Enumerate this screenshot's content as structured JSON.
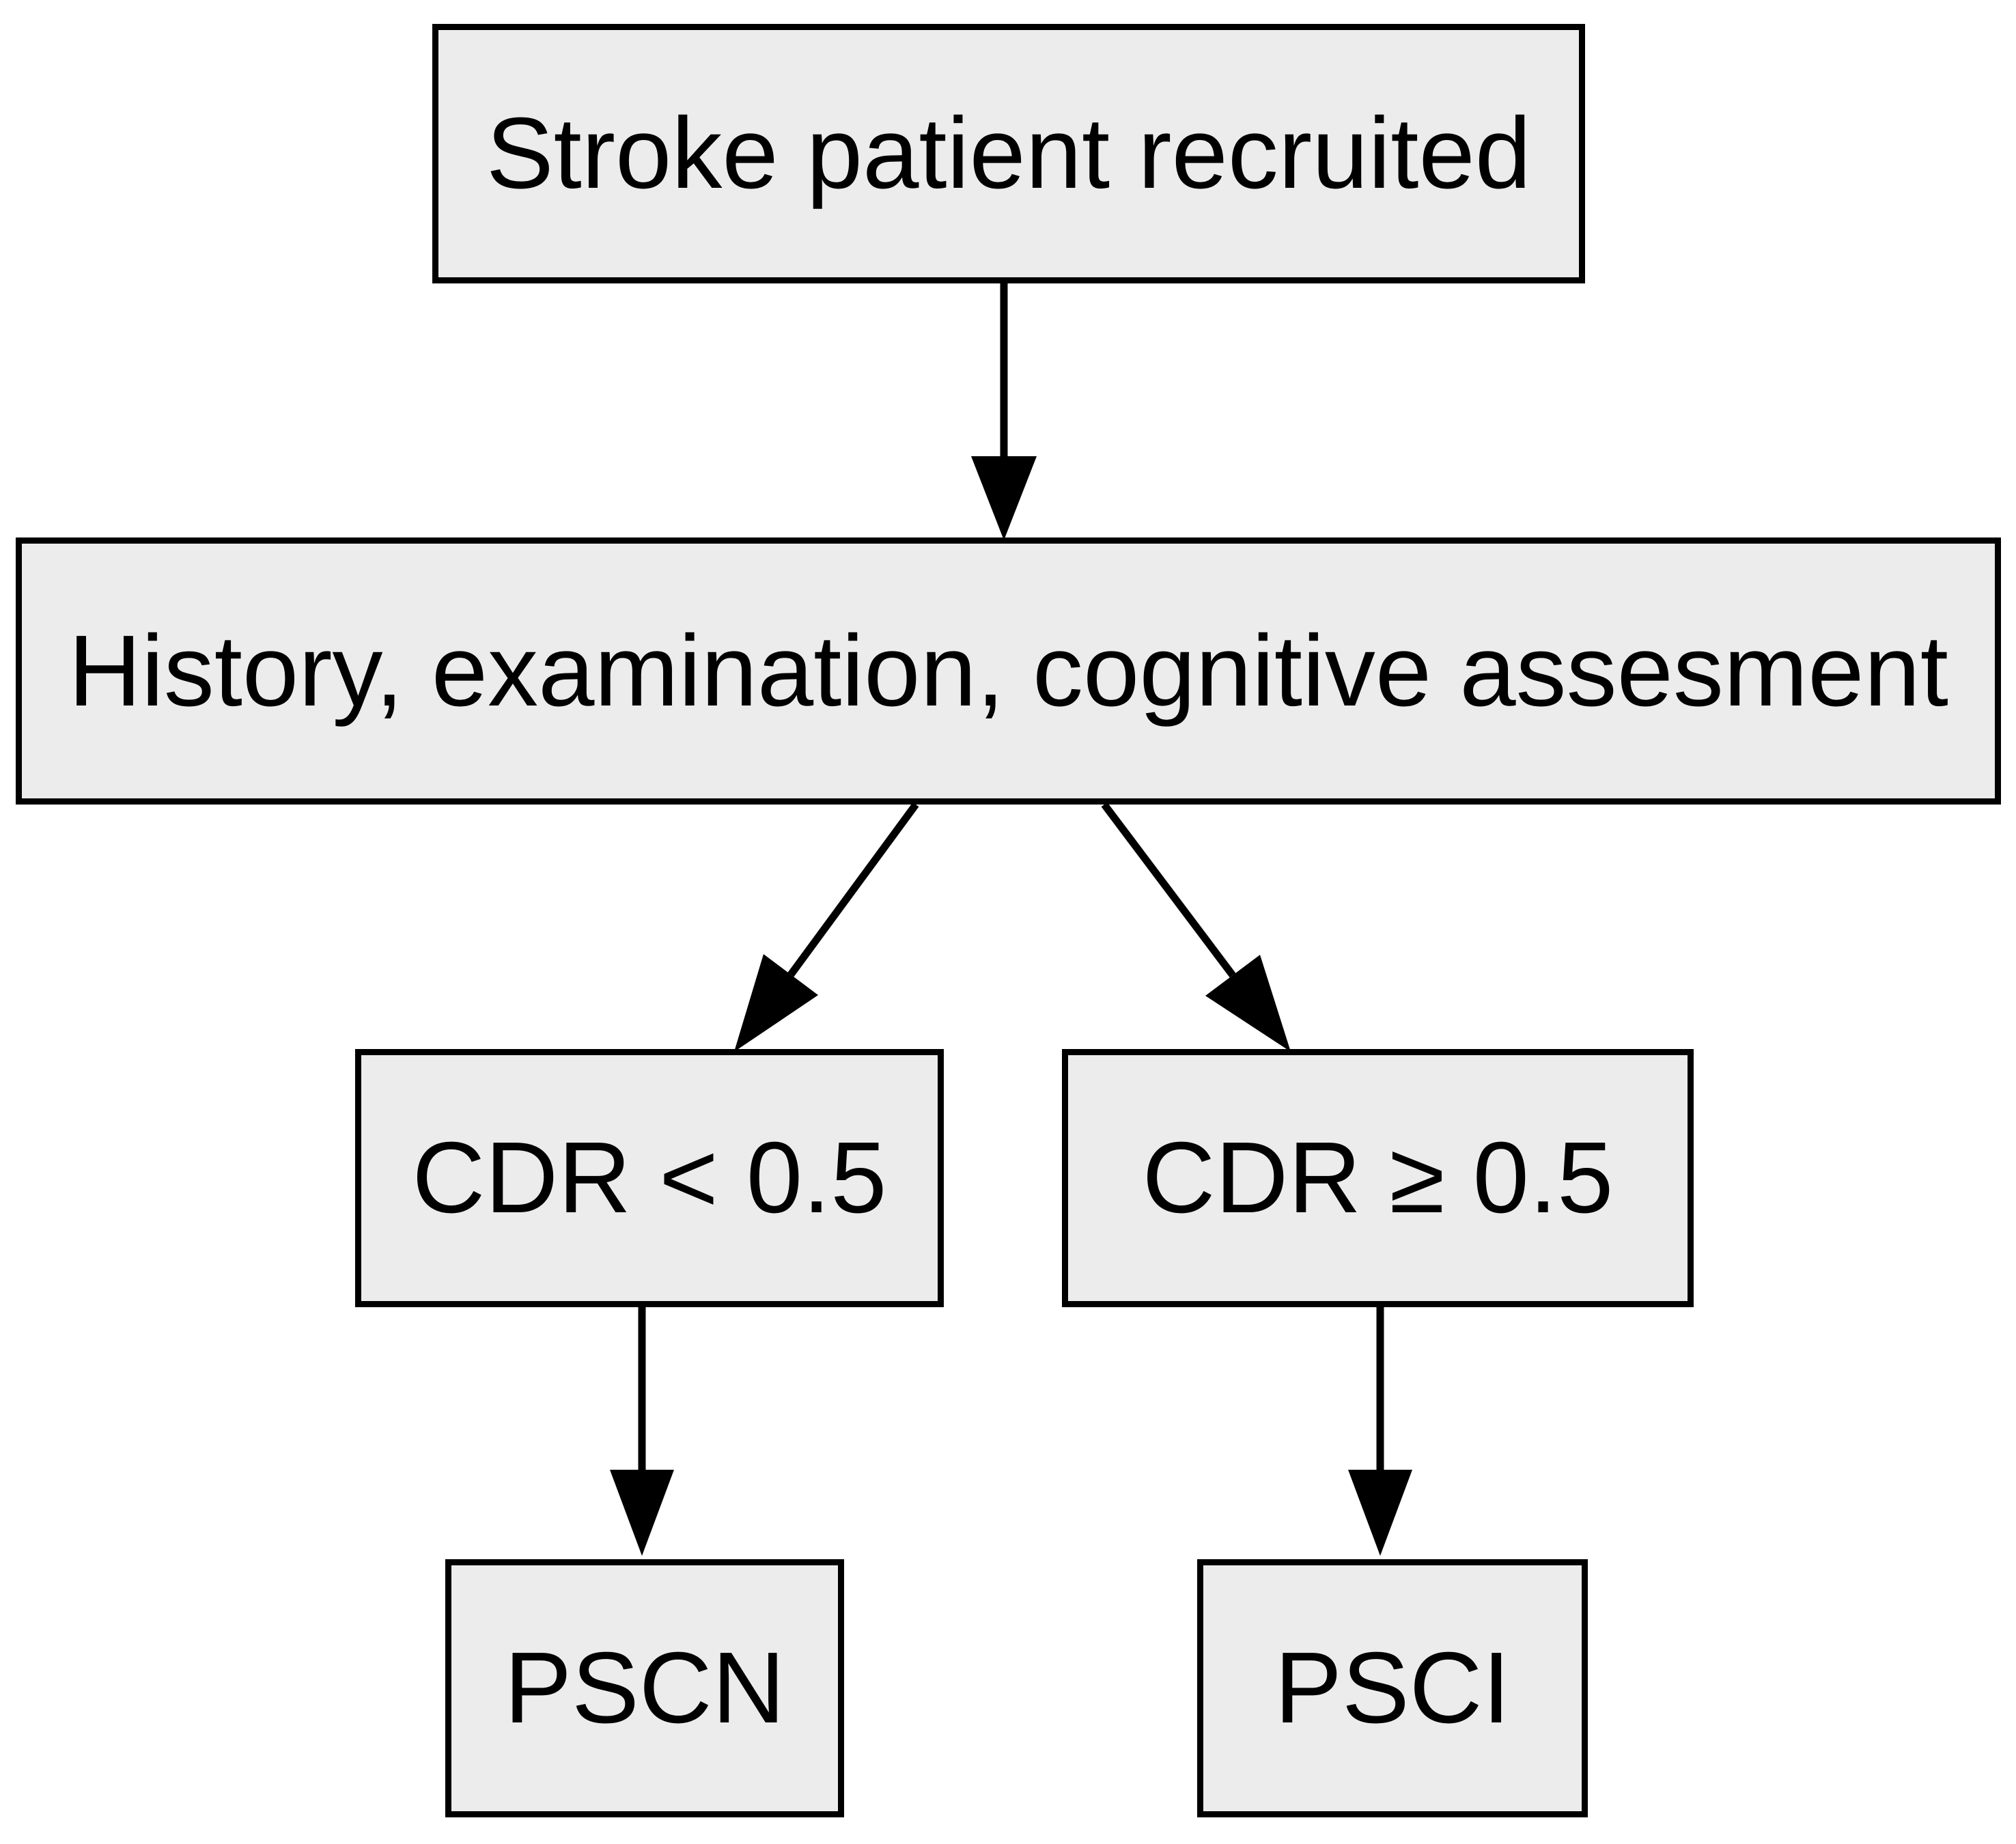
{
  "theme": {
    "bg": "#ffffff",
    "box_fill": "#ececec",
    "box_border": "#000000",
    "line_color": "#000000",
    "text_color": "#000000"
  },
  "diagram": {
    "type": "flowchart",
    "nodes": {
      "recruited": {
        "label": "Stroke patient recruited"
      },
      "assessment": {
        "label": "History, examination, cognitive assesment"
      },
      "cdr_low": {
        "label": "CDR < 0.5"
      },
      "cdr_high": {
        "label": "CDR ≥ 0.5"
      },
      "pscn": {
        "label": "PSCN"
      },
      "psci": {
        "label": "PSCI"
      }
    },
    "edges": [
      {
        "from": "recruited",
        "to": "assessment"
      },
      {
        "from": "assessment",
        "to": "cdr_low"
      },
      {
        "from": "assessment",
        "to": "cdr_high"
      },
      {
        "from": "cdr_low",
        "to": "pscn"
      },
      {
        "from": "cdr_high",
        "to": "psci"
      }
    ]
  }
}
